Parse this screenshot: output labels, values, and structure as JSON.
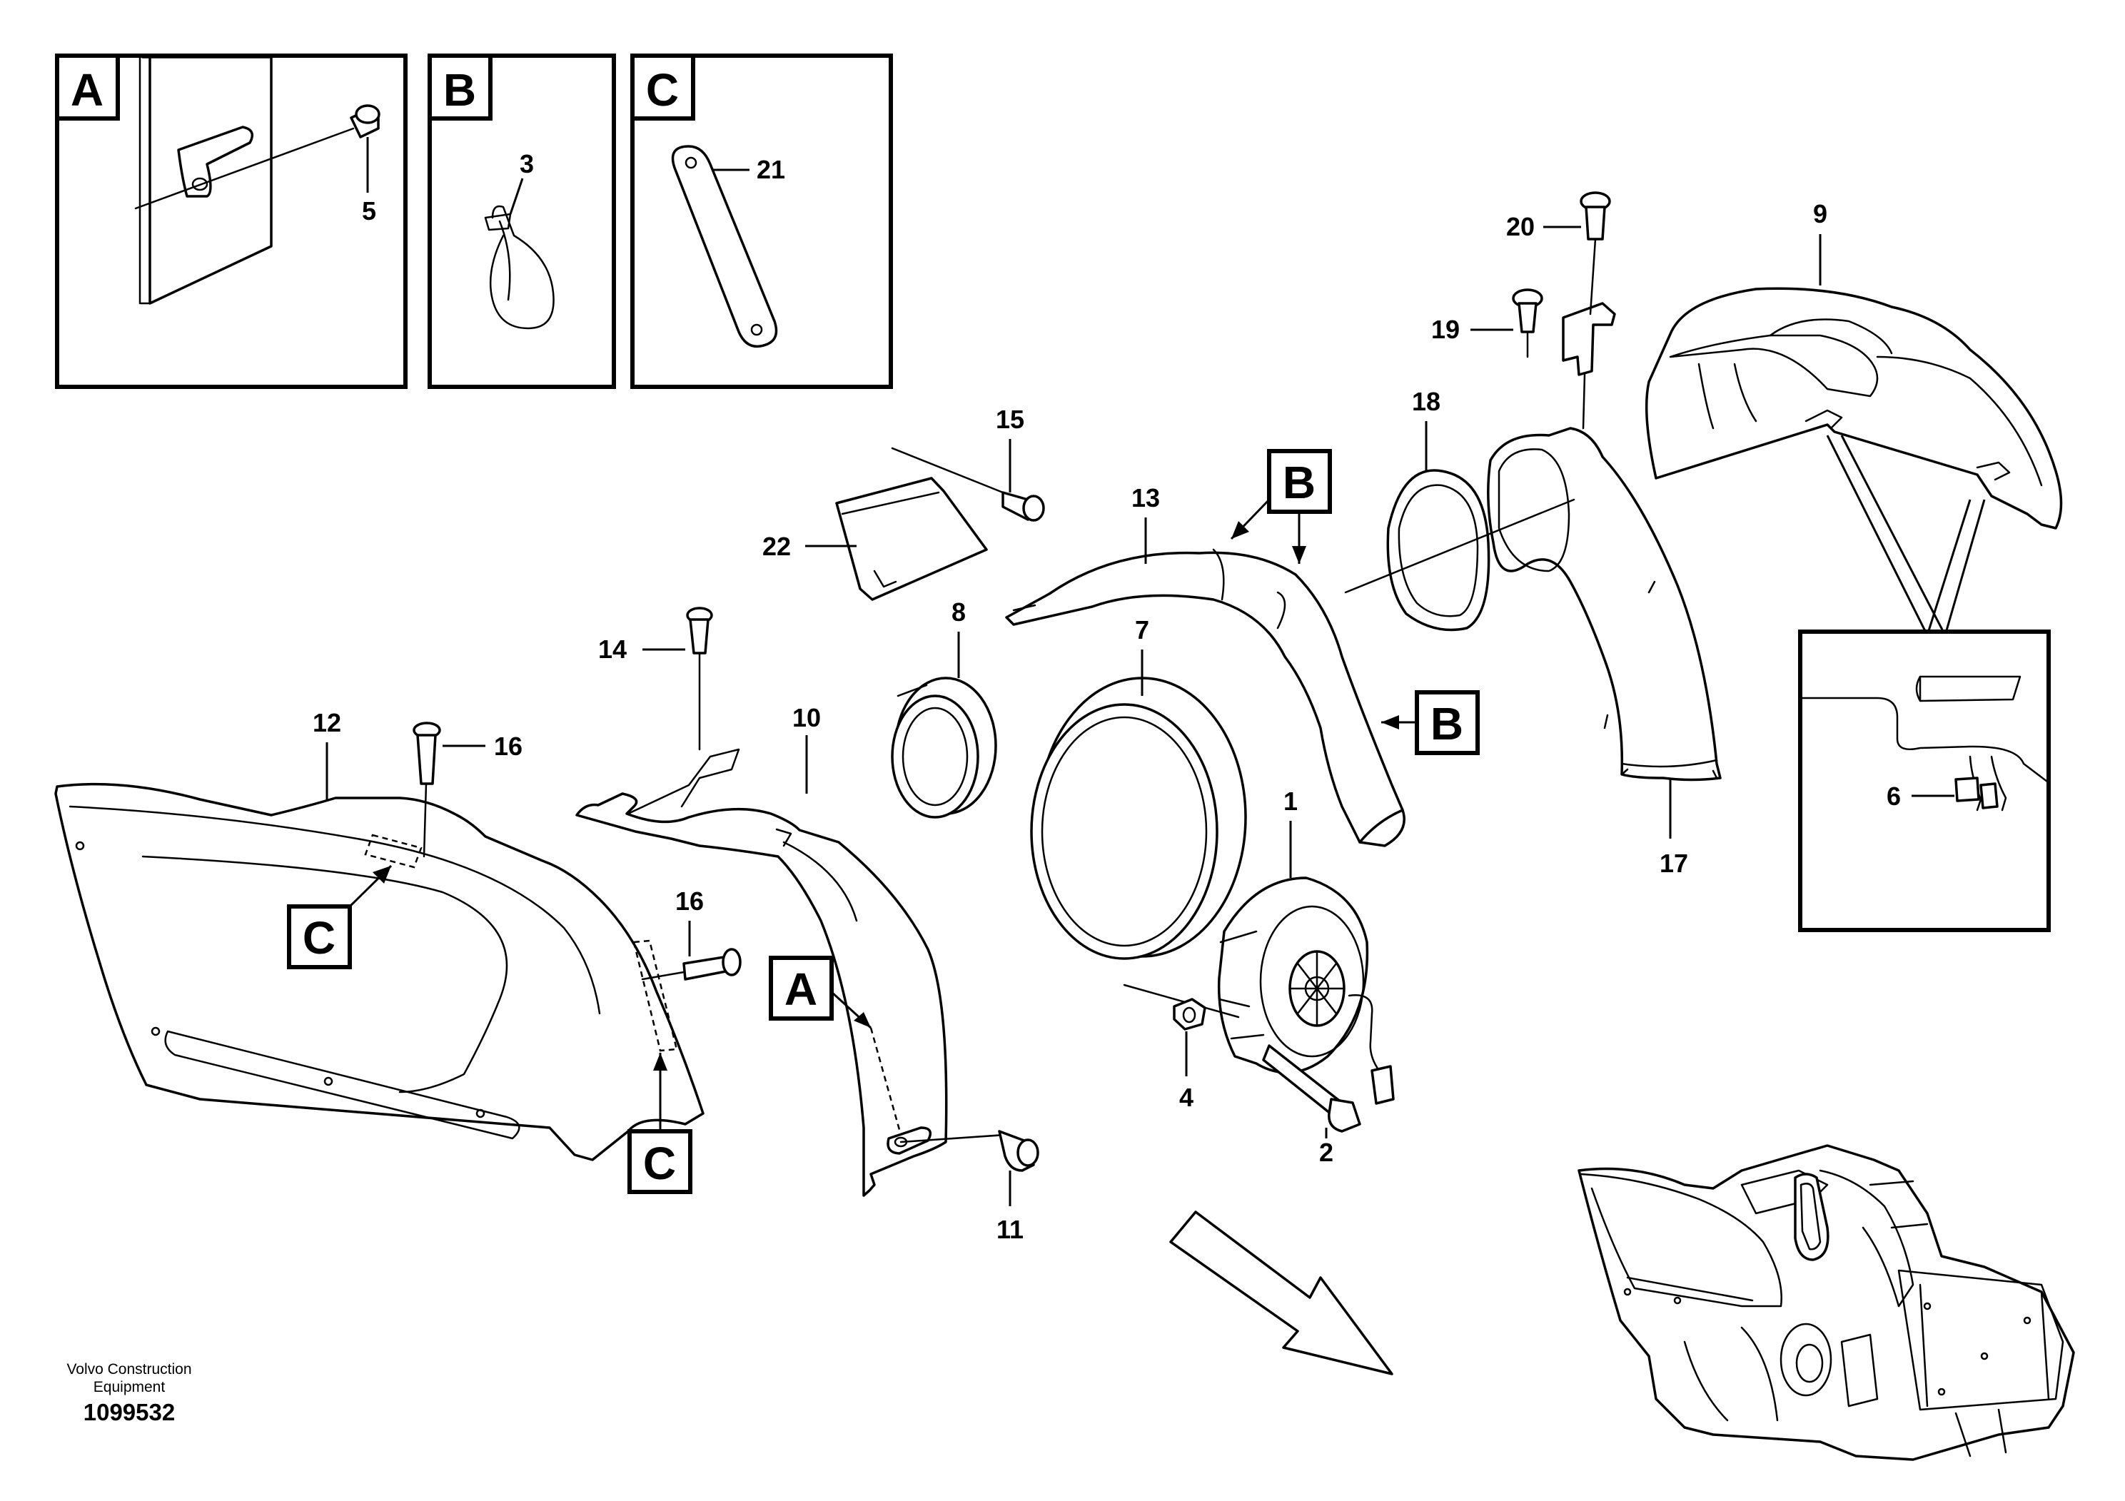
{
  "detail_panels": [
    {
      "letter": "A",
      "part": "5"
    },
    {
      "letter": "B",
      "part": "3"
    },
    {
      "letter": "C",
      "part": "21"
    }
  ],
  "callouts": {
    "c1": "1",
    "c2": "2",
    "c4": "4",
    "c6": "6",
    "c7": "7",
    "c8": "8",
    "c9": "9",
    "c10": "10",
    "c11": "11",
    "c12": "12",
    "c13": "13",
    "c14": "14",
    "c15": "15",
    "c16a": "16",
    "c16b": "16",
    "c17": "17",
    "c18": "18",
    "c19": "19",
    "c20": "20",
    "c22": "22"
  },
  "view_tags": {
    "b_top": "B",
    "b_right": "B",
    "a_main": "A",
    "c_left": "C",
    "c_lower": "C"
  },
  "footer": {
    "company_line1": "Volvo Construction",
    "company_line2": "Equipment",
    "drawing_number": "1099532"
  },
  "icons": [
    "direction-arrow-icon"
  ]
}
